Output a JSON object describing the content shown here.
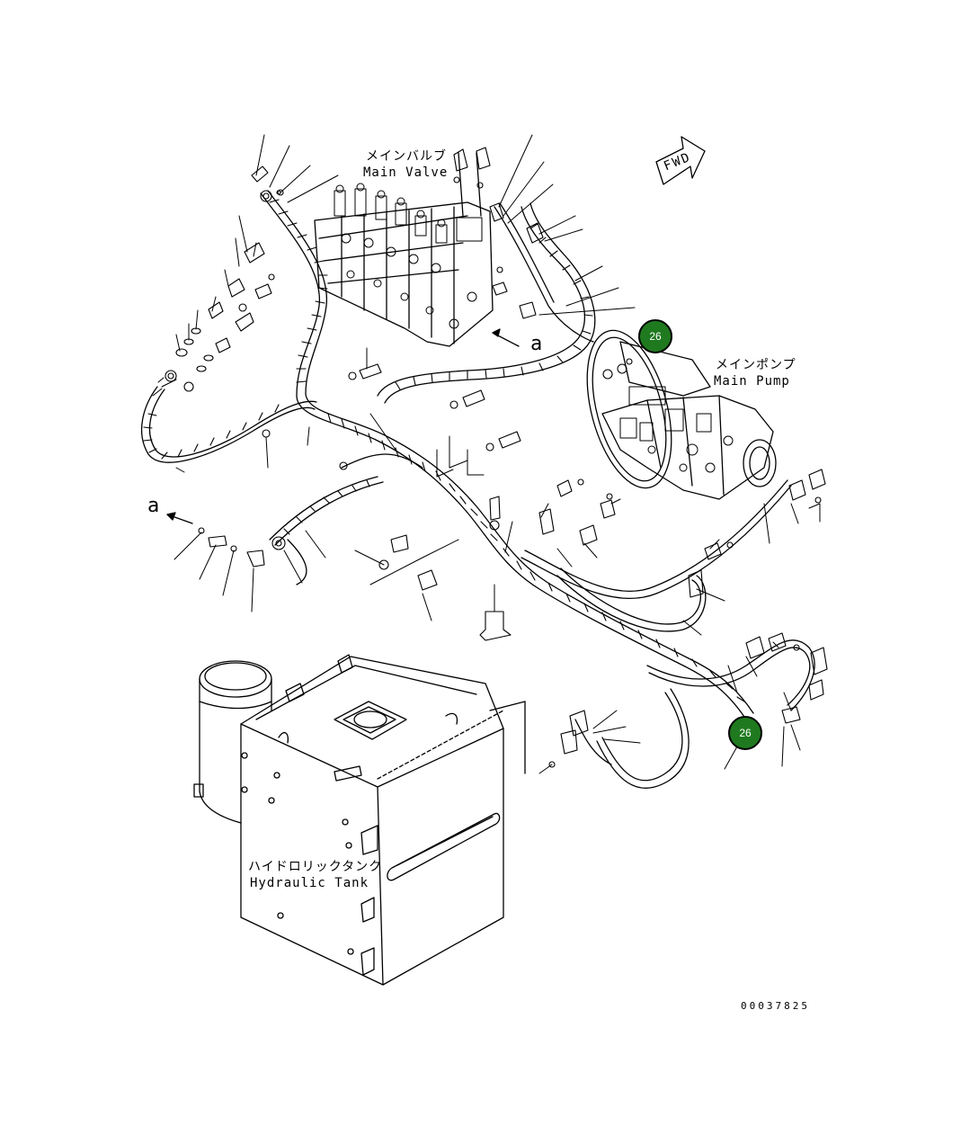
{
  "labels": {
    "main_valve_jp": "メインバルブ",
    "main_valve_en": "Main Valve",
    "main_pump_jp": "メインポンプ",
    "main_pump_en": "Main Pump",
    "hydraulic_tank_jp": "ハイドロリックタンク",
    "hydraulic_tank_en": "Hydraulic Tank",
    "fwd": "FWD",
    "view_a_top": "a",
    "view_a_left": "a",
    "document_number": "00037825"
  },
  "callouts": [
    {
      "label": "26"
    },
    {
      "label": "26"
    }
  ],
  "colors": {
    "callout_fill": "#1f7a1f",
    "line": "#000000"
  }
}
